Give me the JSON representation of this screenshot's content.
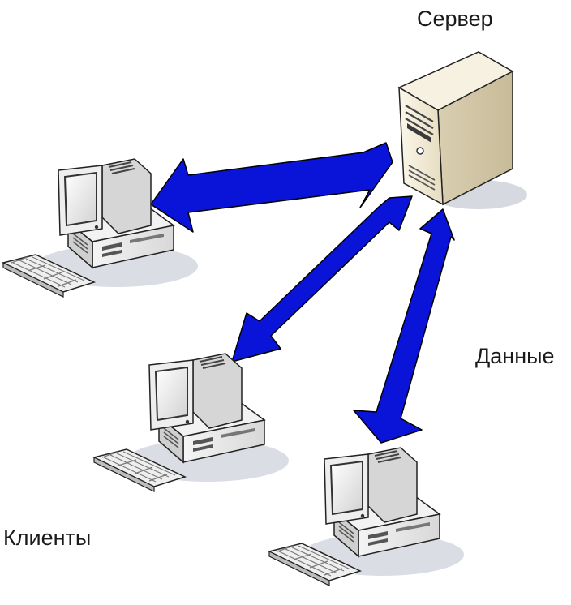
{
  "labels": {
    "server": "Сервер",
    "data": "Данные",
    "clients": "Клиенты"
  },
  "nodes": {
    "server": {
      "icon": "server-tower-icon"
    },
    "clients": [
      {
        "icon": "desktop-computer-icon"
      },
      {
        "icon": "desktop-computer-icon"
      },
      {
        "icon": "desktop-computer-icon"
      }
    ]
  },
  "edges": [
    {
      "from": "server",
      "to": "client-1",
      "style": "double-headed arrow"
    },
    {
      "from": "server",
      "to": "client-2",
      "style": "double-headed arrow"
    },
    {
      "from": "server",
      "to": "client-3",
      "style": "double-headed arrow"
    }
  ],
  "colors": {
    "arrow_fill": "#0a14d8",
    "arrow_stroke": "#000000",
    "device_body": "#ececec",
    "server_body": "#efe7cf",
    "shadow": "#d6d9e0"
  }
}
